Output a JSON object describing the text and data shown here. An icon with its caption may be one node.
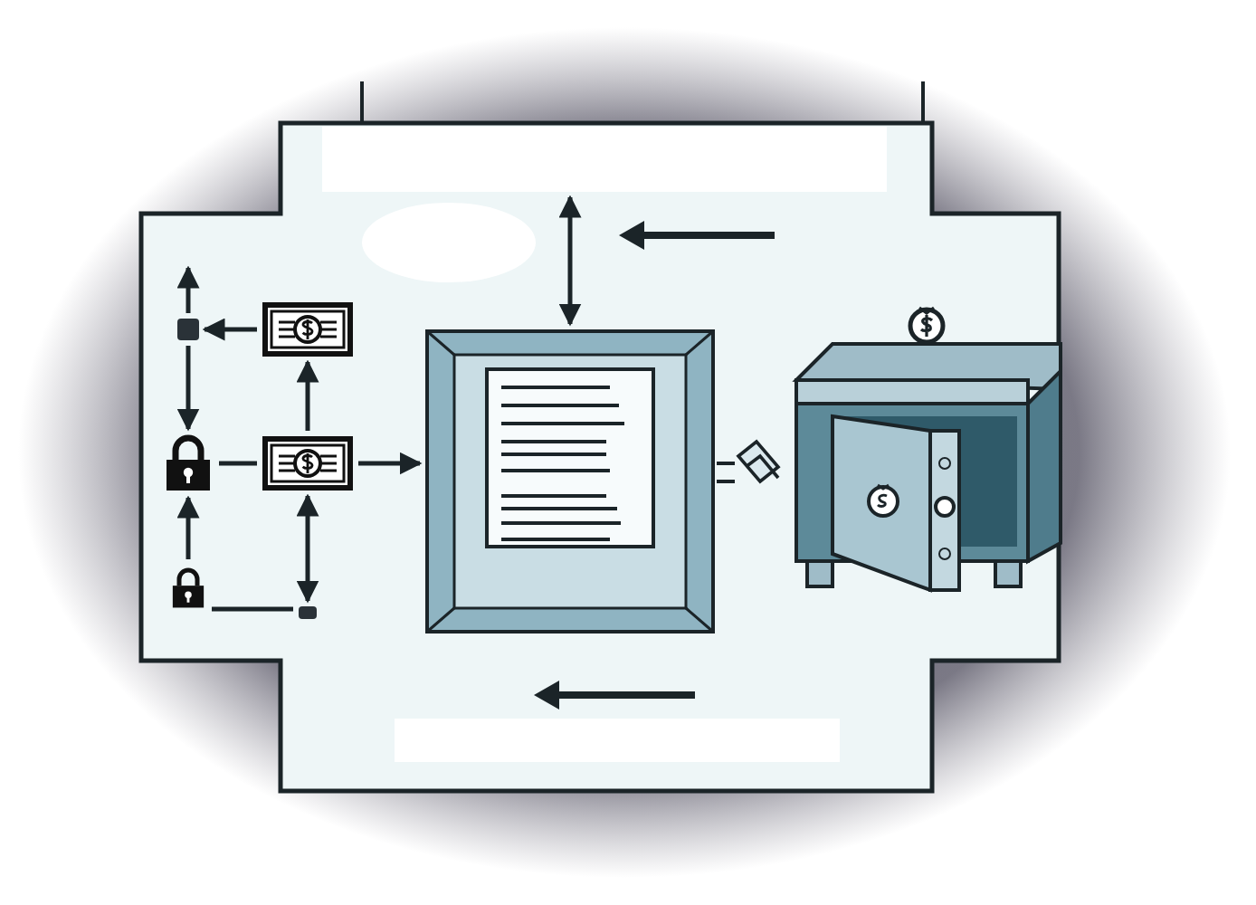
{
  "diagram": {
    "nodes": [
      {
        "text": [],
        "shape": "box"
      },
      {
        "text": [],
        "shape": "picture"
      },
      {
        "text": [],
        "shape": "picture"
      },
      {
        "text": [],
        "shape": "picture"
      },
      {
        "text": [],
        "shape": "picture"
      },
      {
        "text": [],
        "shape": "box"
      },
      {
        "text": [],
        "shape": "picture"
      },
      {
        "text": [],
        "shape": "picture"
      },
      {
        "text": [],
        "shape": "box"
      }
    ],
    "edges": [
      {
        "from": 0,
        "to": null,
        "arrow": "to"
      },
      {
        "from": 1,
        "to": 0,
        "arrow": "to"
      },
      {
        "from": 0,
        "to": 2,
        "arrow": "to"
      },
      {
        "from": 3,
        "to": 1,
        "arrow": "to"
      },
      {
        "from": 3,
        "to": 2,
        "arrow": "none"
      },
      {
        "from": 3,
        "to": 6,
        "arrow": "to"
      },
      {
        "from": 4,
        "to": 2,
        "arrow": "to"
      },
      {
        "from": 4,
        "to": 5,
        "arrow": "none"
      },
      {
        "from": 3,
        "to": 5,
        "arrow": "both"
      },
      {
        "from": 6,
        "to": 8,
        "arrow": "both"
      }
    ]
  }
}
